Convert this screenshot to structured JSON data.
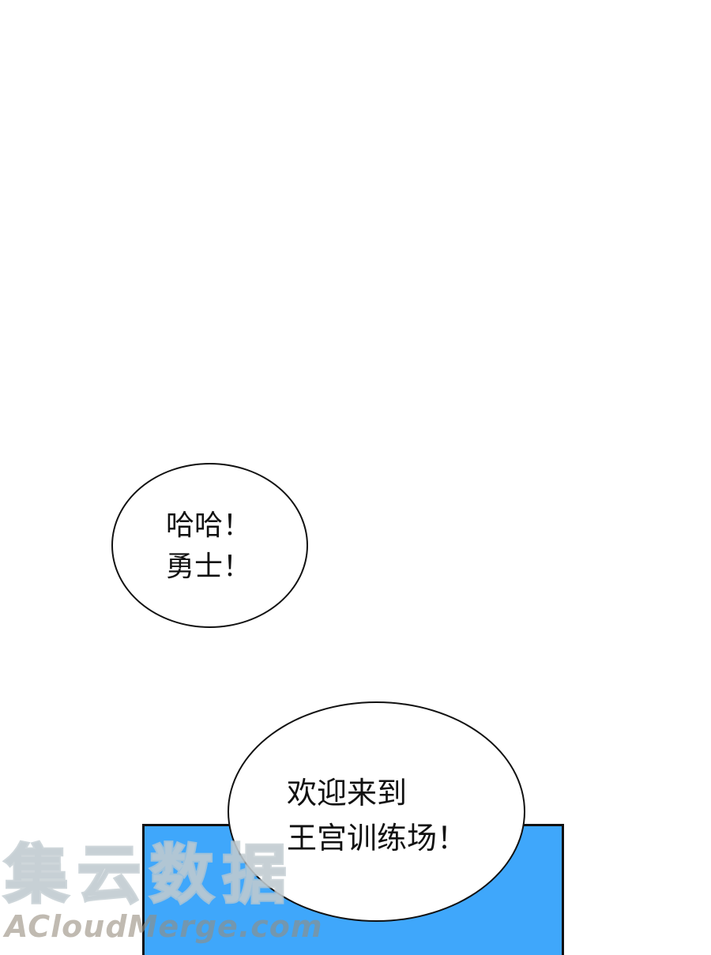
{
  "panel": {
    "background": "#ffffff",
    "scene_color": "#3fa7fb",
    "outline_color": "#111111"
  },
  "bubbles": [
    {
      "lines": [
        "哈哈！",
        "勇士！"
      ]
    },
    {
      "lines": [
        "欢迎来到",
        "王宫训练场！"
      ]
    }
  ],
  "watermark": {
    "chinese": "集云数据",
    "english": "ACloudMerge.com"
  }
}
